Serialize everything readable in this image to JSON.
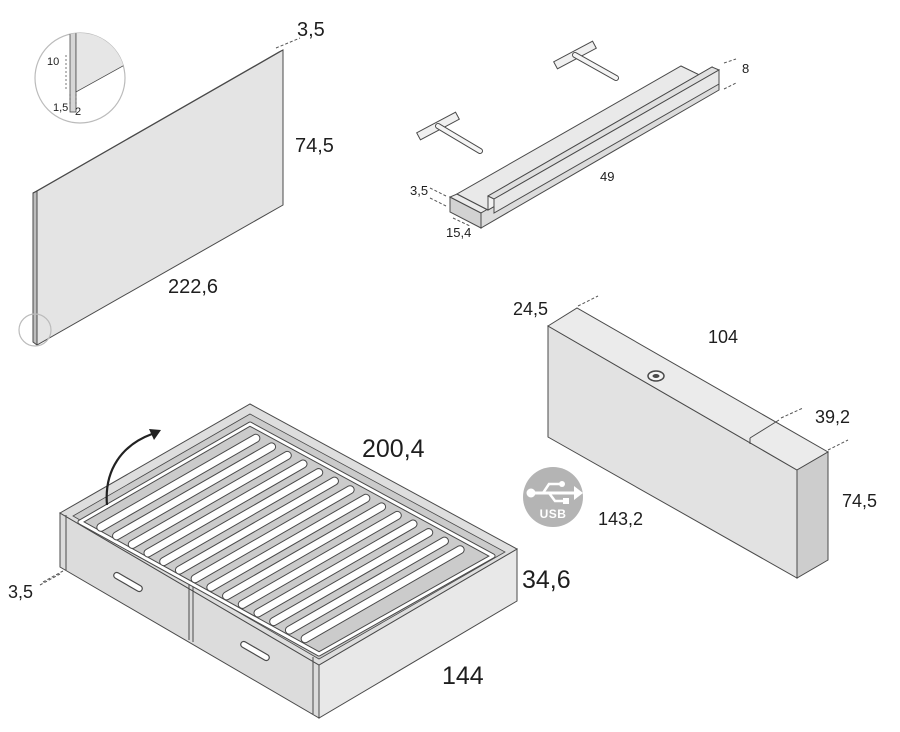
{
  "headboard": {
    "thickness": "3,5",
    "height": "74,5",
    "width": "222,6",
    "detail": {
      "height": "10",
      "gap": "1,5",
      "depth": "2"
    }
  },
  "shelf": {
    "height": "8",
    "length": "49",
    "thickness": "3,5",
    "depth": "15,4"
  },
  "usb_bench": {
    "depth": "24,5",
    "inner_length": "104",
    "side_width": "39,2",
    "height": "74,5",
    "total_length": "143,2",
    "usb_badge": "USB"
  },
  "bed_base": {
    "length": "200,4",
    "height": "34,6",
    "width": "144",
    "panel_thickness": "3,5"
  },
  "colors": {
    "panel_fill": "#e4e4e4",
    "panel_side": "#bdbdbd",
    "stroke": "#4a4a4a",
    "usb_badge": "#b4b4b4"
  }
}
